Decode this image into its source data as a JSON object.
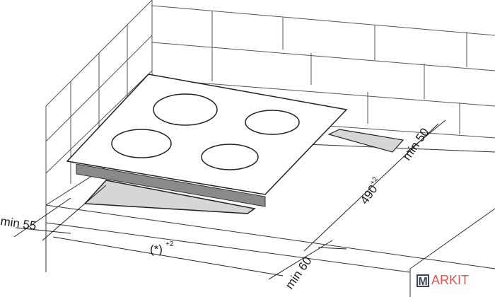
{
  "labels": {
    "left_depth": "min 55",
    "width": "(*)",
    "width_tolerance": "+2",
    "depth": "490",
    "depth_tolerance": "+2",
    "back_gap": "min 50",
    "front_gap": "min 60"
  },
  "watermark": {
    "box_letter": "M",
    "rest": "ARKIT"
  },
  "colors": {
    "line": "#1a1a1a",
    "cutout": "#d6d6d6",
    "hob_edge": "#8a8a8a",
    "watermark_box": "#3c4656",
    "watermark_text": "#e5534b"
  }
}
